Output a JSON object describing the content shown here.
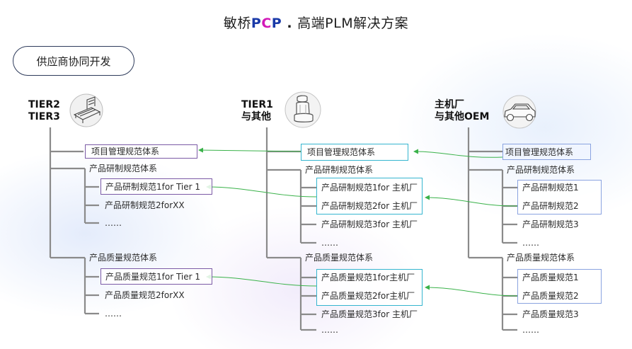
{
  "title": {
    "brand_prefix": "敏桥",
    "brand_p1": "P",
    "brand_c": "C",
    "brand_p2": "P",
    "separator": " . ",
    "suffix": "高端PLM解决方案"
  },
  "colors": {
    "brand_p": "#1a3aa8",
    "brand_c": "#d21ab8",
    "tree_line": "#8a8a8a",
    "tier2_box": "#7b5aa6",
    "tier1_box": "#35b5cf",
    "oem_box": "#8aa3e0",
    "arrow": "#3ab24a"
  },
  "section": {
    "label": "供应商协同开发"
  },
  "columns": {
    "tier2": {
      "heading_line1": "TIER2",
      "heading_line2": "TIER3",
      "icon": "seat-frame-icon",
      "project": "项目管理规范体系",
      "rd_group": "产品研制规范体系",
      "rd_items": [
        "产品研制规范1for Tier 1",
        "产品研制规范2forXX",
        "……"
      ],
      "qa_group": "产品质量规范体系",
      "qa_items": [
        "产品质量规范1for Tier 1",
        "产品质量规范2forXX",
        "……"
      ]
    },
    "tier1": {
      "heading_line1": "TIER1",
      "heading_line2": "与其他",
      "icon": "car-seat-icon",
      "project": "项目管理规范体系",
      "rd_group": "产品研制规范体系",
      "rd_items": [
        "产品研制规范1for 主机厂",
        "产品研制规范2for 主机厂",
        "产品研制规范3for 主机厂",
        "……"
      ],
      "qa_group": "产品质量规范体系",
      "qa_items": [
        "产品质量规范1for主机厂",
        "产品质量规范2for主机厂",
        "产品质量规范3for 主机厂",
        "……"
      ]
    },
    "oem": {
      "heading_line1": "主机厂",
      "heading_line2": "与其他OEM",
      "icon": "suv-car-icon",
      "project": "项目管理规范体系",
      "rd_group": "产品研制规范体系",
      "rd_items": [
        "产品研制规范1",
        "产品研制规范2",
        "产品研制规范3",
        "……"
      ],
      "qa_group": "产品质量规范体系",
      "qa_items": [
        "产品质量规范1",
        "产品质量规范2",
        "产品质量规范3",
        "……"
      ]
    }
  }
}
